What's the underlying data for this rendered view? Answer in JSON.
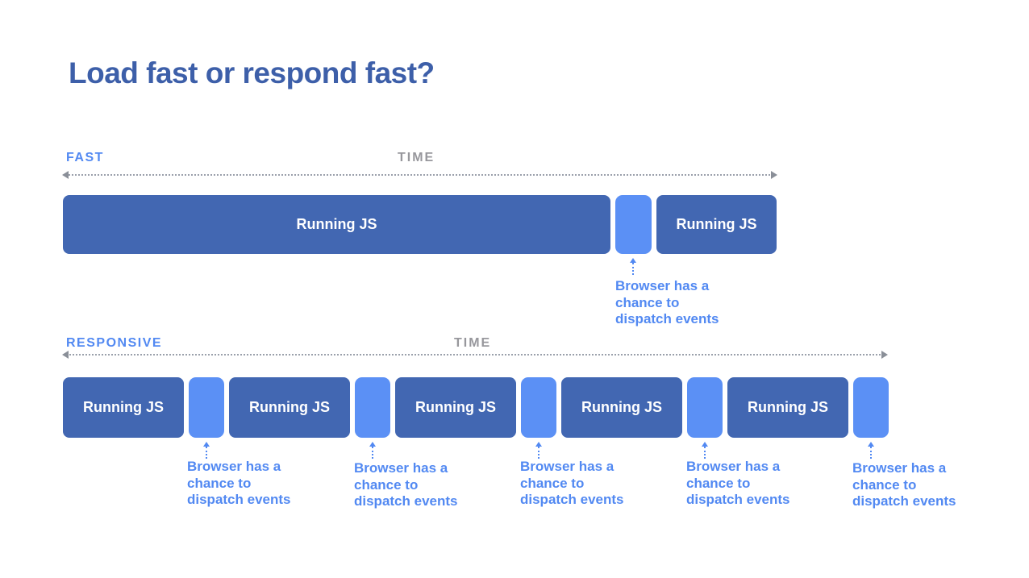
{
  "slide": {
    "title": "Load fast or respond fast?"
  },
  "colors": {
    "title_blue": "#3d5fa9",
    "block_dark_blue": "#4267b2",
    "block_light_blue": "#5b90f5",
    "accent_blue": "#5289f2",
    "time_gray": "#97979c",
    "dotted_line_gray": "#9aa0ab"
  },
  "icons": {
    "timeline_arrows": "double-headed-dotted-arrow",
    "annotation_arrow": "dotted-up-arrow"
  },
  "fast": {
    "label": "FAST",
    "time_label": "TIME",
    "blocks": [
      {
        "type": "js",
        "label": "Running JS"
      },
      {
        "type": "gap",
        "label": ""
      },
      {
        "type": "js",
        "label": "Running JS"
      }
    ],
    "annotations": [
      {
        "text": "Browser has a chance to dispatch events"
      }
    ]
  },
  "responsive": {
    "label": "RESPONSIVE",
    "time_label": "TIME",
    "blocks": [
      {
        "type": "js",
        "label": "Running JS"
      },
      {
        "type": "gap",
        "label": ""
      },
      {
        "type": "js",
        "label": "Running JS"
      },
      {
        "type": "gap",
        "label": ""
      },
      {
        "type": "js",
        "label": "Running JS"
      },
      {
        "type": "gap",
        "label": ""
      },
      {
        "type": "js",
        "label": "Running JS"
      },
      {
        "type": "gap",
        "label": ""
      },
      {
        "type": "js",
        "label": "Running JS"
      },
      {
        "type": "gap",
        "label": ""
      }
    ],
    "annotations": [
      {
        "text": "Browser has a chance to dispatch events"
      },
      {
        "text": "Browser has a chance to dispatch events"
      },
      {
        "text": "Browser has a chance to dispatch events"
      },
      {
        "text": "Browser has a chance to dispatch events"
      },
      {
        "text": "Browser has a chance to dispatch events"
      }
    ]
  }
}
